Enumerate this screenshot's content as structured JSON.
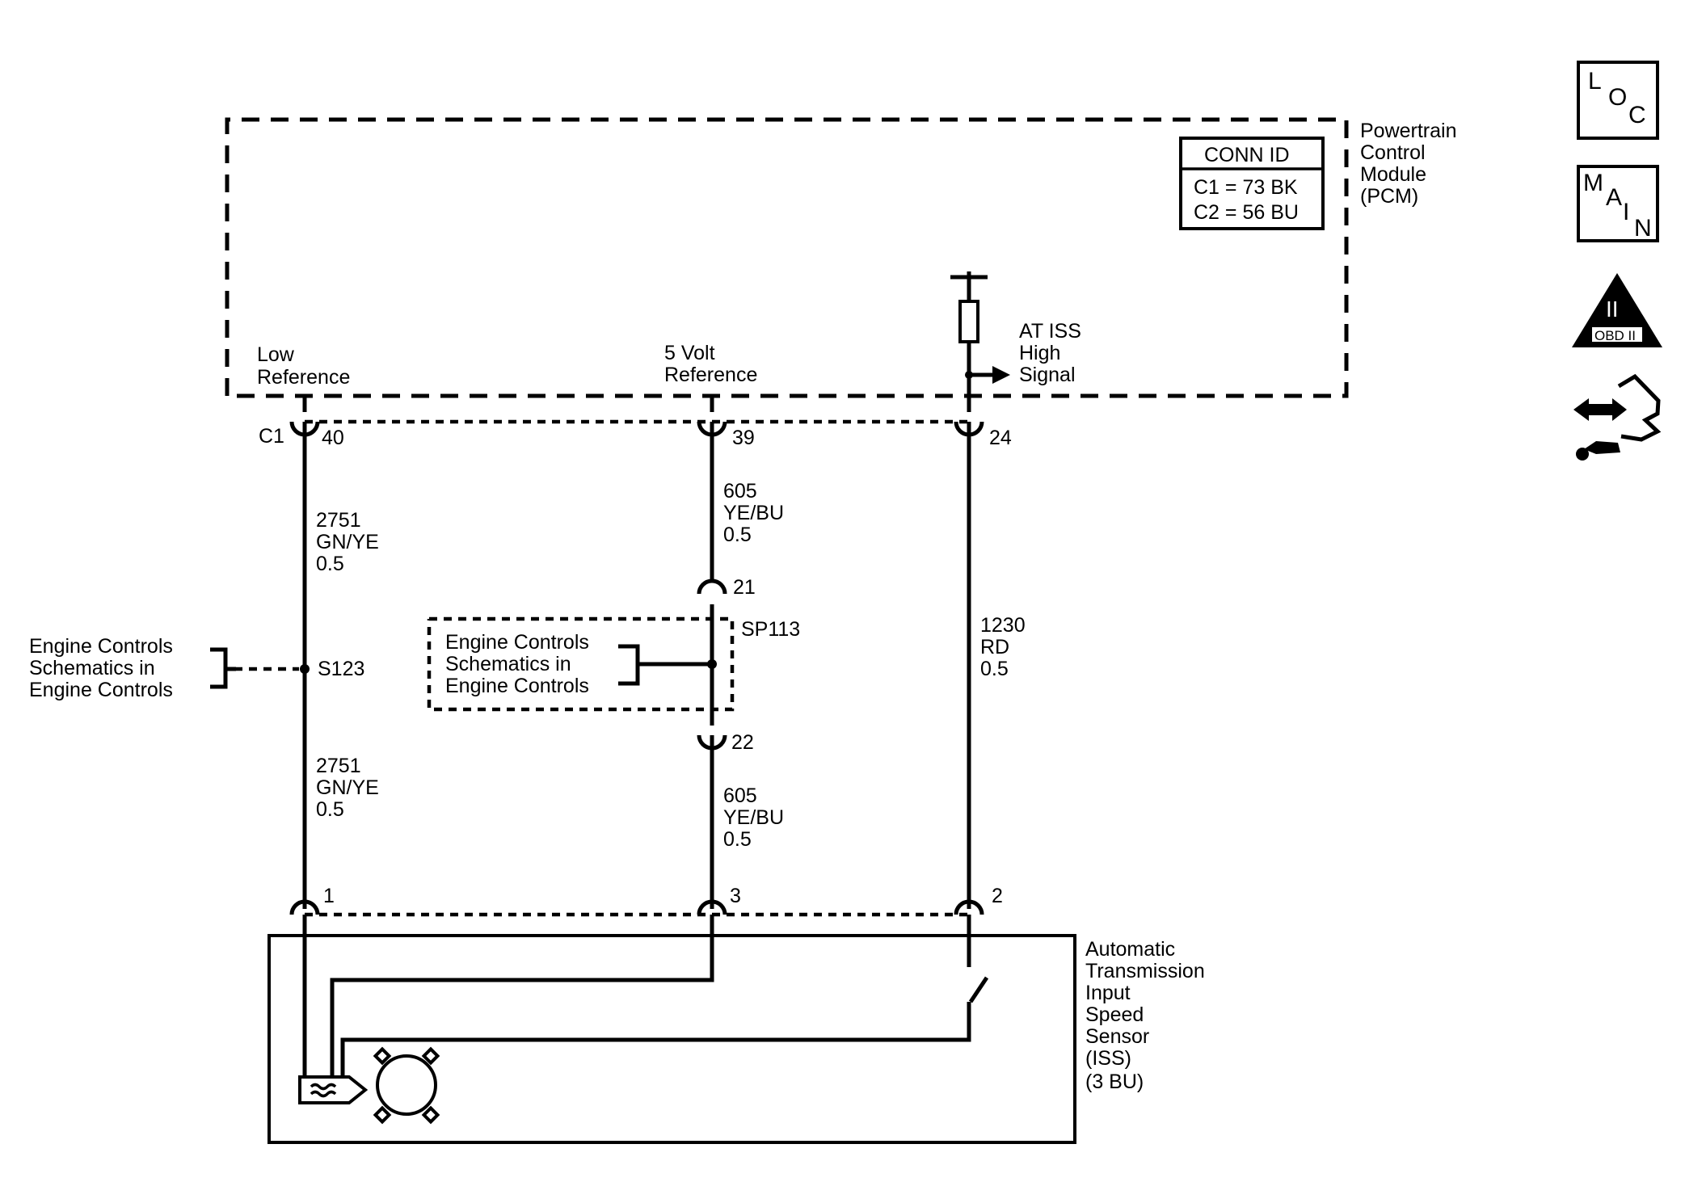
{
  "pcm": {
    "name_lines": [
      "Powertrain",
      "Control",
      "Module",
      "(PCM)"
    ],
    "conn_id": {
      "title": "CONN ID",
      "rows": [
        "C1 = 73 BK",
        "C2 = 56 BU"
      ]
    },
    "low_ref_lines": [
      "Low",
      "Reference"
    ],
    "volt_ref_lines": [
      "5 Volt",
      "Reference"
    ],
    "signal_lines": [
      "AT ISS",
      "High",
      "Signal"
    ],
    "connector_label": "C1"
  },
  "pins": {
    "top_low": "40",
    "top_5v": "39",
    "top_sig": "24",
    "splice_top": "21",
    "splice_bottom": "22",
    "sensor_1": "1",
    "sensor_3": "3",
    "sensor_2": "2"
  },
  "wires": {
    "low_upper": [
      "2751",
      "GN/YE",
      "0.5"
    ],
    "low_lower": [
      "2751",
      "GN/YE",
      "0.5"
    ],
    "ref_upper": [
      "605",
      "YE/BU",
      "0.5"
    ],
    "ref_lower": [
      "605",
      "YE/BU",
      "0.5"
    ],
    "sig": [
      "1230",
      "RD",
      "0.5"
    ]
  },
  "splices": {
    "s123": "S123",
    "sp113": "SP113"
  },
  "refs": {
    "left_lines": [
      "Engine Controls",
      "Schematics in",
      "Engine Controls"
    ],
    "sp113_lines": [
      "Engine Controls",
      "Schematics in",
      "Engine Controls"
    ]
  },
  "sensor": {
    "name_lines": [
      "Automatic",
      "Transmission",
      "Input",
      "Speed",
      "Sensor",
      "(ISS)",
      "(3 BU)"
    ]
  },
  "icons": {
    "loc": [
      "L",
      "O",
      "C"
    ],
    "main": [
      "M",
      "A",
      "I",
      "N"
    ],
    "obd": {
      "numeral": "II",
      "label": "OBD II"
    },
    "names": [
      "loc-icon",
      "main-icon",
      "obd-ii-icon",
      "diagnostic-tool-icon"
    ]
  }
}
